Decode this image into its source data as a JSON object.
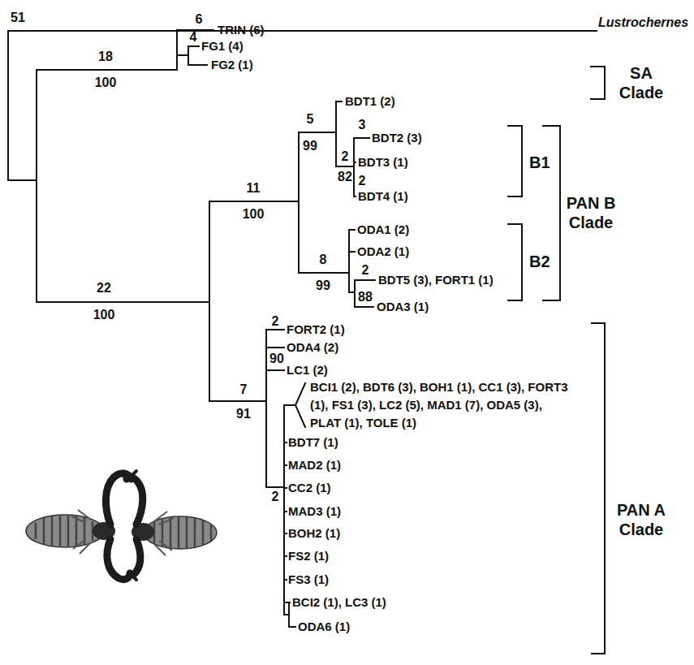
{
  "diagram": {
    "labels": [
      "51",
      "Lustrochernes",
      "6",
      "TRIN (6)",
      "18",
      "100",
      "4",
      "FG1 (4)",
      "FG2 (1)",
      "SA Clade",
      "5",
      "99",
      "BDT1 (2)",
      "3",
      "BDT2 (3)",
      "2",
      "BDT3 (1)",
      "82",
      "2",
      "BDT4 (1)",
      "B1",
      "PAN B Clade",
      "11",
      "100",
      "ODA1 (2)",
      "ODA2 (1)",
      "B2",
      "8",
      "99",
      "2",
      "BDT5 (3), FORT1 (1)",
      "88",
      "ODA3 (1)",
      "22",
      "100",
      "7",
      "91",
      "2",
      "FORT2 (1)",
      "90",
      "ODA4 (2)",
      "LC1 (2)",
      "BCI1 (2), BDT6 (3), BOH1 (1), CC1 (3), FORT3 (1), FS1 (3), LC2 (5), MAD1 (7), ODA5 (3), PLAT (1), TOLE (1)",
      "2",
      "BDT7 (1)",
      "MAD2 (1)",
      "CC2 (1)",
      "MAD3 (1)",
      "BOH2 (1)",
      "FS2 (1)",
      "FS3 (1)",
      "BCI2 (1), LC3 (1)",
      "ODA6 (1)",
      "PAN A Clade"
    ]
  }
}
